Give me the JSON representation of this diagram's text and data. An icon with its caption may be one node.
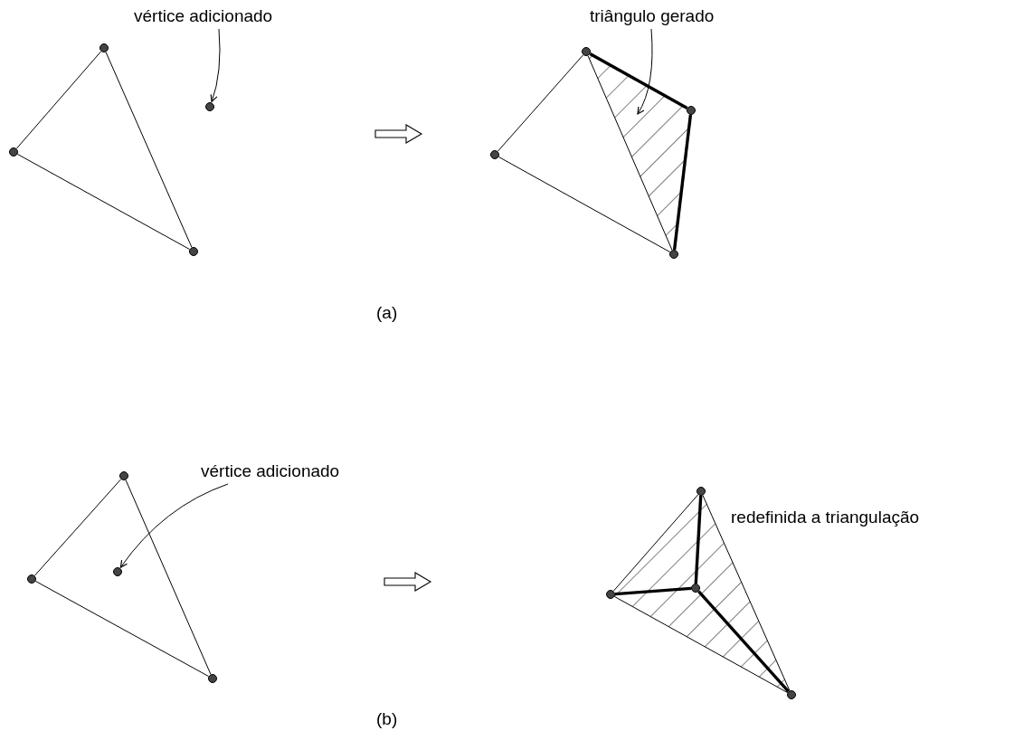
{
  "diagram": {
    "nodes": [
      {
        "text": [
          "vértice adicionado"
        ]
      },
      {
        "text": [],
        "shape": "circle"
      },
      {
        "text": [],
        "shape": "circle"
      },
      {
        "text": [],
        "shape": "circle"
      },
      {
        "text": [],
        "shape": "circle"
      },
      {
        "text": [
          "triângulo gerado"
        ]
      },
      {
        "text": [],
        "shape": "circle"
      },
      {
        "text": [],
        "shape": "circle"
      },
      {
        "text": [],
        "shape": "circle"
      },
      {
        "text": [],
        "shape": "circle"
      },
      {
        "text": [
          "vértice adicionado"
        ]
      },
      {
        "text": [],
        "shape": "circle"
      },
      {
        "text": [],
        "shape": "circle"
      },
      {
        "text": [],
        "shape": "circle"
      },
      {
        "text": [],
        "shape": "circle"
      },
      {
        "text": [],
        "shape": "circle"
      },
      {
        "text": [],
        "shape": "circle"
      },
      {
        "text": [],
        "shape": "circle"
      },
      {
        "text": [],
        "shape": "circle"
      }
    ],
    "edges": [
      {
        "from": 1,
        "to": 2,
        "arrow": "none"
      },
      {
        "from": 2,
        "to": 3,
        "arrow": "none"
      },
      {
        "from": 3,
        "to": 1,
        "arrow": "none"
      },
      {
        "from": 0,
        "to": 4,
        "arrow": "to"
      },
      {
        "from": 6,
        "to": 7,
        "arrow": "none"
      },
      {
        "from": 7,
        "to": 8,
        "arrow": "none"
      },
      {
        "from": 6,
        "to": 8,
        "arrow": "none"
      },
      {
        "from": 6,
        "to": 9,
        "arrow": "none",
        "style": "thick"
      },
      {
        "from": 9,
        "to": 8,
        "arrow": "none",
        "style": "thick"
      },
      {
        "from": 5,
        "to": null,
        "arrow": "to"
      },
      {
        "from": 11,
        "to": 12,
        "arrow": "none"
      },
      {
        "from": 12,
        "to": 13,
        "arrow": "none"
      },
      {
        "from": 11,
        "to": 13,
        "arrow": "none"
      },
      {
        "from": 10,
        "to": 14,
        "arrow": "to"
      },
      {
        "from": 15,
        "to": 16,
        "arrow": "none"
      },
      {
        "from": 16,
        "to": 17,
        "arrow": "none"
      },
      {
        "from": 15,
        "to": 17,
        "arrow": "none"
      },
      {
        "from": 18,
        "to": 15,
        "arrow": "none",
        "style": "thick"
      },
      {
        "from": 18,
        "to": 16,
        "arrow": "none",
        "style": "thick"
      },
      {
        "from": 18,
        "to": 17,
        "arrow": "none",
        "style": "thick"
      }
    ],
    "labels": [
      "(a)",
      "redefinida a triangulação",
      "(b)"
    ]
  }
}
